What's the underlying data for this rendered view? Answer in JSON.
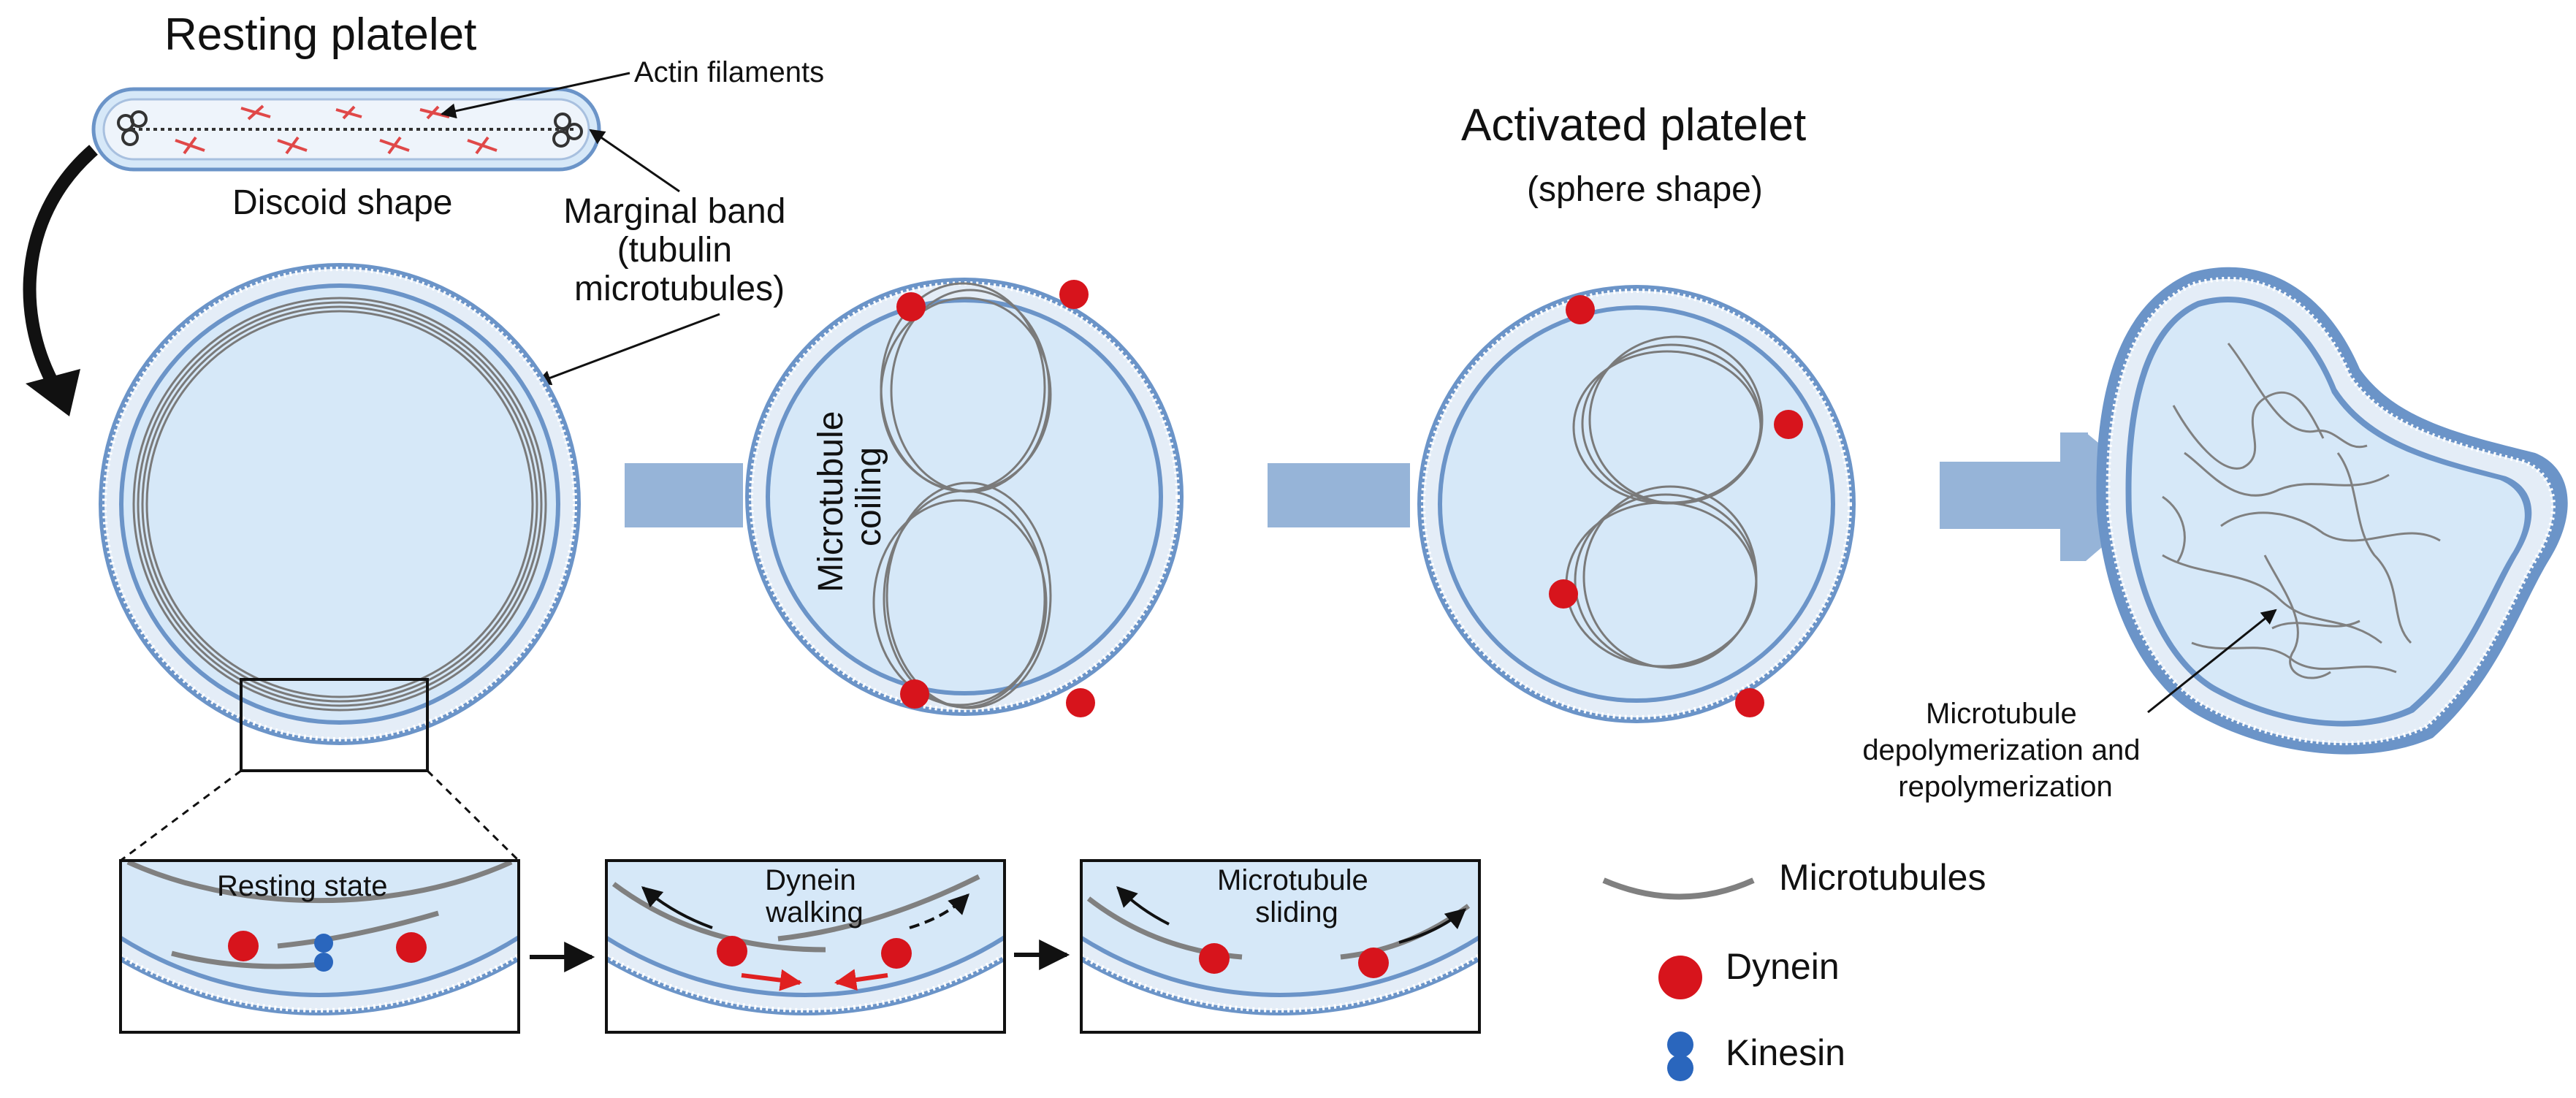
{
  "labels": {
    "resting_platelet": "Resting platelet",
    "actin_filaments": "Actin filaments",
    "discoid_shape": "Discoid shape",
    "marginal_band": [
      "Marginal band",
      "(tubulin",
      "microtubules)"
    ],
    "microtubule_coiling": [
      "Microtubule",
      "coiling"
    ],
    "activated_platelet": "Activated platelet",
    "sphere_shape": "(sphere shape)",
    "depolymerization": [
      "Microtubule",
      "depolymerization and",
      "repolymerization"
    ]
  },
  "insets": {
    "resting_state": "Resting  state",
    "dynein_walking": [
      "Dynein",
      "walking"
    ],
    "microtubule_sliding": [
      "Microtubule",
      "sliding"
    ]
  },
  "legend": {
    "microtubules": "Microtubules",
    "dynein": "Dynein",
    "kinesin": "Kinesin"
  },
  "colors": {
    "cytoplasm": "#d6e8f8",
    "membrane": "#6b94c8",
    "membrane_light": "#e4edf7",
    "arrow": "#96b4d8",
    "microtubule": "#808080",
    "dynein": "#d7141c",
    "kinesin": "#2a66bd",
    "actin": "#e04848"
  }
}
